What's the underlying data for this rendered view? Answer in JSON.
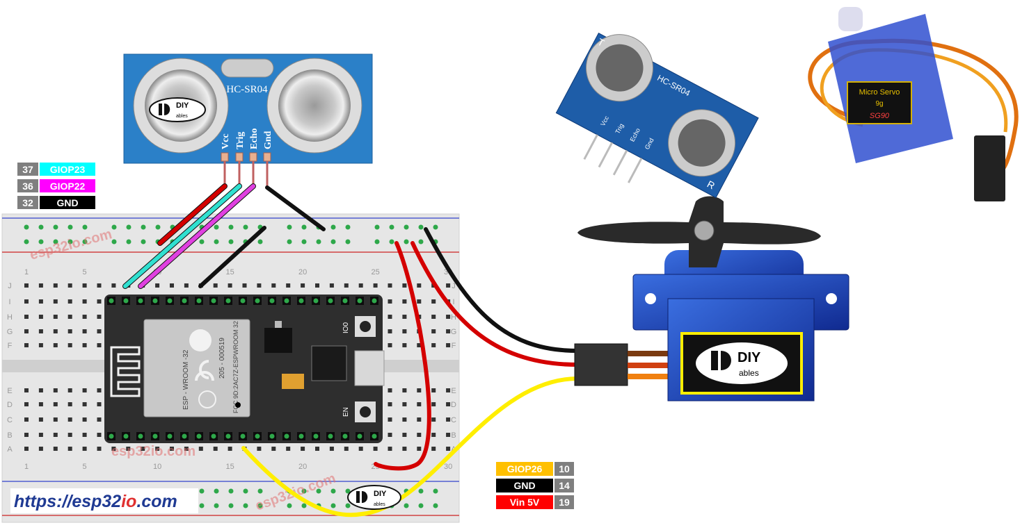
{
  "pin_labels_left": [
    {
      "pin": "37",
      "name": "GIOP23",
      "color": "#00ffff"
    },
    {
      "pin": "36",
      "name": "GIOP22",
      "color": "#ff00ff"
    },
    {
      "pin": "32",
      "name": "GND",
      "color": "#000000"
    }
  ],
  "pin_labels_right": [
    {
      "pin": "10",
      "name": "GIOP26",
      "color": "#ffc000"
    },
    {
      "pin": "14",
      "name": "GND",
      "color": "#000000"
    },
    {
      "pin": "19",
      "name": "Vin 5V",
      "color": "#ff0000"
    }
  ],
  "sensor": {
    "model": "HC-SR04",
    "pins": [
      "Vcc",
      "Trig",
      "Echo",
      "Gnd"
    ]
  },
  "sensor_photo": {
    "model": "HC-SR04",
    "pins": [
      "Vcc",
      "Trig",
      "Echo",
      "Gnd"
    ],
    "t": "T",
    "r": "R"
  },
  "servo_photo": {
    "line1": "Micro Servo",
    "line2": "9g",
    "model": "SG90"
  },
  "logo": {
    "top": "DIY",
    "bottom": "ables"
  },
  "esp32": {
    "module": "ESP - WROOM -32",
    "code": "205 - 000519",
    "fcc": "FCC 9D:2AC7Z-ESPWROOM 32",
    "io0": "IO0",
    "en": "EN"
  },
  "breadboard": {
    "columns": [
      "1",
      "5",
      "10",
      "15",
      "20",
      "25",
      "30"
    ],
    "rows_top": [
      "J",
      "I",
      "H",
      "G",
      "F"
    ],
    "rows_bottom": [
      "E",
      "D",
      "C",
      "B",
      "A"
    ]
  },
  "watermark": "esp32io.com",
  "url": "https://esp32io.com",
  "url_parts": {
    "a": "https://",
    "b": "esp32",
    "c": "io",
    "d": ".com"
  },
  "colors": {
    "wire_red": "#d40000",
    "wire_black": "#111111",
    "wire_yellow": "#ffee00",
    "wire_cyan": "#30e0d0",
    "wire_magenta": "#e040e0",
    "sensor_blue": "#2b80c8",
    "servo_blue": "#1f48b8"
  }
}
